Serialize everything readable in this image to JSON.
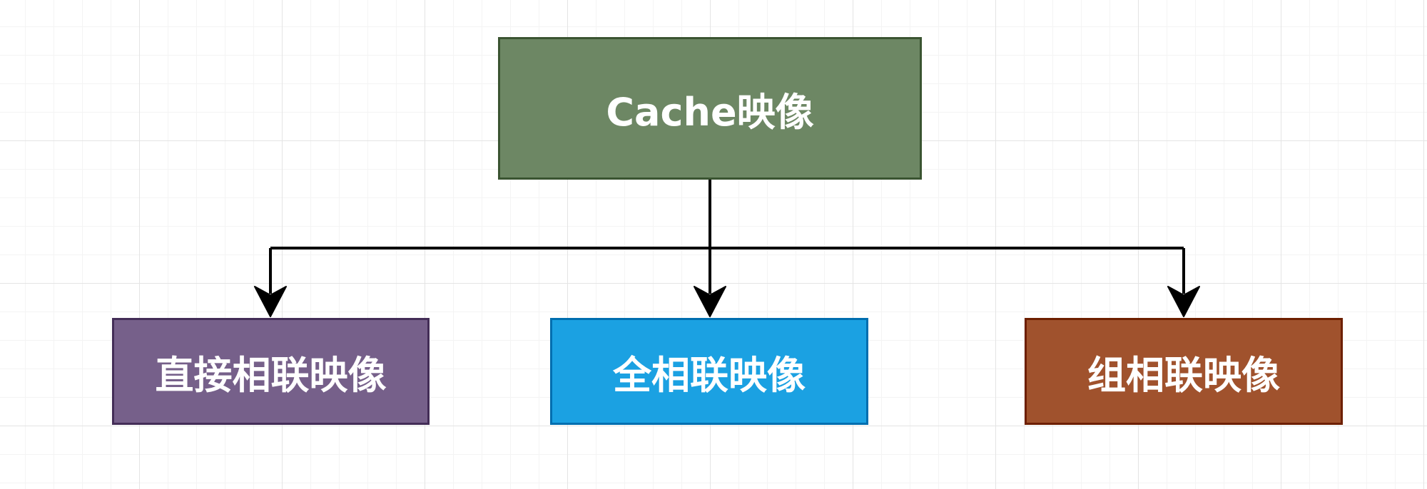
{
  "diagram": {
    "root": {
      "label": "Cache映像",
      "fill": "#6d8764",
      "stroke": "#3a5431"
    },
    "children": [
      {
        "id": "direct",
        "label": "直接相联映像",
        "fill": "#76608a",
        "stroke": "#432d57"
      },
      {
        "id": "full",
        "label": "全相联映像",
        "fill": "#1ba1e2",
        "stroke": "#006eaf"
      },
      {
        "id": "set",
        "label": "组相联映像",
        "fill": "#a0522d",
        "stroke": "#6d1f00"
      }
    ],
    "edge_color": "#000000",
    "background": "#ffffff"
  }
}
